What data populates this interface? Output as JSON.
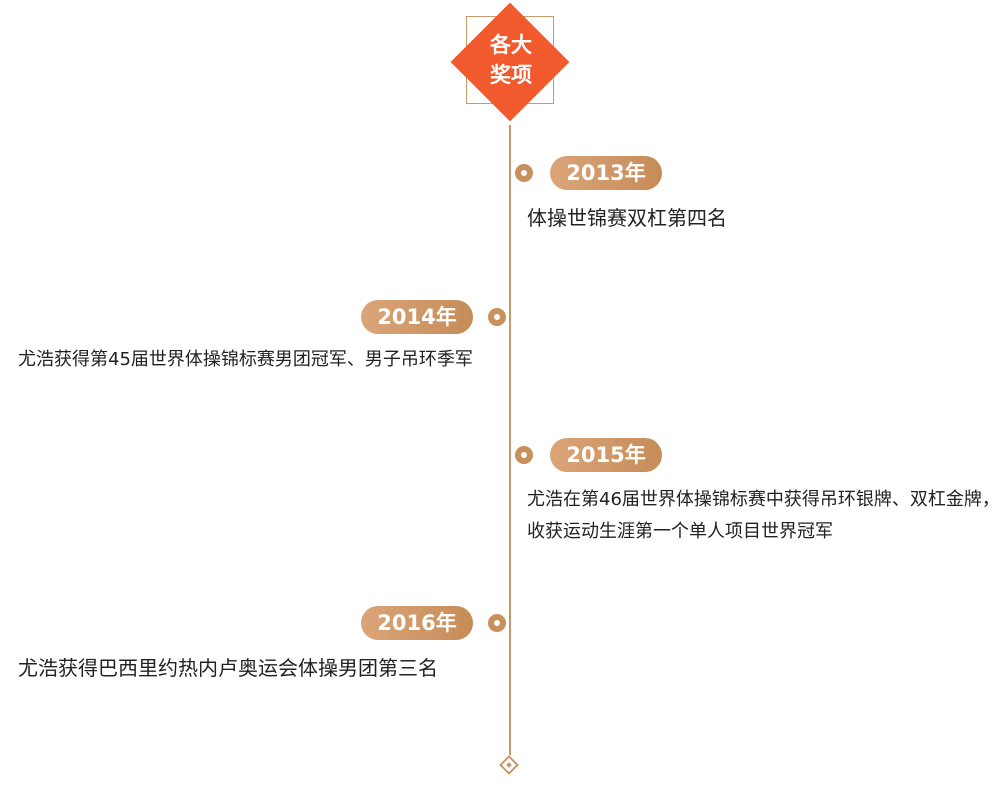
{
  "title": {
    "line1": "各大",
    "line2": "奖项"
  },
  "events": [
    {
      "year": "2013年",
      "text": "体操世锦赛双杠第四名"
    },
    {
      "year": "2014年",
      "text": "尤浩获得第45届世界体操锦标赛男团冠军、男子吊环季军"
    },
    {
      "year": "2015年",
      "text": "尤浩在第46届世界体操锦标赛中获得吊环银牌、双杠金牌，收获运动生涯第一个单人项目世界冠军"
    },
    {
      "year": "2016年",
      "text": "尤浩获得巴西里约热内卢奥运会体操男团第三名"
    }
  ],
  "colors": {
    "accent": "#f15a2c",
    "line": "#c8986a",
    "pill": "#d09a68",
    "text": "#222222"
  }
}
